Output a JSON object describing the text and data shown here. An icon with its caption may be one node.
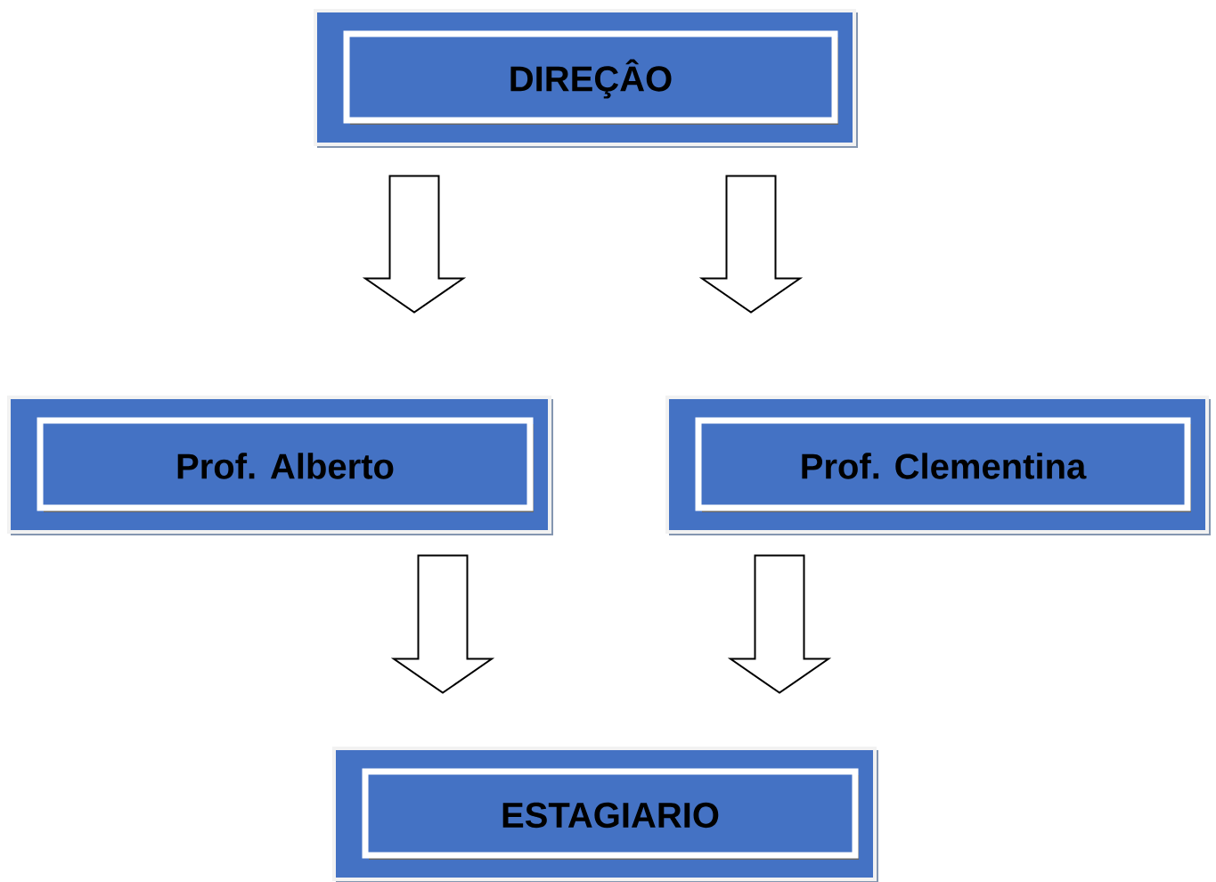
{
  "diagram": {
    "nodes": [
      {
        "text": [
          "DIREÇÂO"
        ]
      },
      {
        "text": [
          "Prof. Alberto"
        ]
      },
      {
        "text": [
          "Prof. Clementina"
        ]
      },
      {
        "text": [
          "ESTAGIARIO"
        ]
      }
    ],
    "edges": [
      {
        "from": 0,
        "to": 1,
        "arrow": "to"
      },
      {
        "from": 0,
        "to": 2,
        "arrow": "to"
      },
      {
        "from": 1,
        "to": 3,
        "arrow": "to"
      },
      {
        "from": 2,
        "to": 3,
        "arrow": "to"
      }
    ]
  }
}
